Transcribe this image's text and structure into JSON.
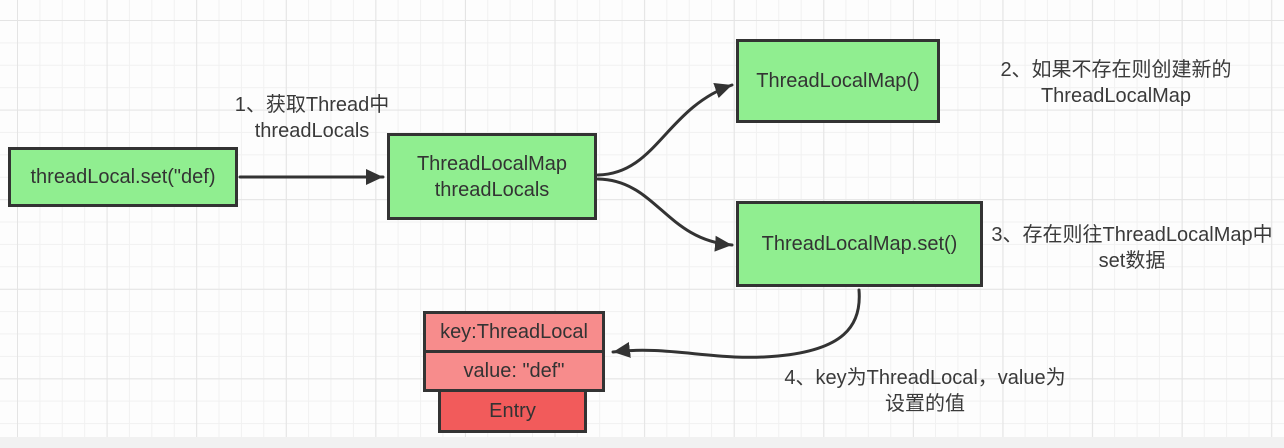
{
  "diagram": {
    "title_hint": "ThreadLocal set flow",
    "nodes": {
      "set_call": {
        "label": "threadLocal.set(\"def)"
      },
      "thread_locals": {
        "line1": "ThreadLocalMap",
        "line2": "threadLocals"
      },
      "new_map": {
        "label": "ThreadLocalMap()"
      },
      "map_set": {
        "label": "ThreadLocalMap.set()"
      },
      "entry_key": {
        "label": "key:ThreadLocal"
      },
      "entry_value": {
        "label": "value: \"def\""
      },
      "entry": {
        "label": "Entry"
      }
    },
    "annotations": {
      "step1": {
        "line1": "1、获取Thread中",
        "line2": "threadLocals"
      },
      "step2": {
        "line1": "2、如果不存在则创建新的",
        "line2": "ThreadLocalMap"
      },
      "step3": {
        "line1": "3、存在则往ThreadLocalMap中",
        "line2": "set数据"
      },
      "step4": {
        "line1": "4、key为ThreadLocal，value为",
        "line2": "设置的值"
      }
    },
    "colors": {
      "node_green": "#90ee90",
      "node_pink": "#f78c8c",
      "node_red": "#f25b5b",
      "border": "#333333",
      "arrow": "#333333",
      "text": "#3a3a3a",
      "grid_line": "#f1f1f1",
      "grid_line_major": "#e4e4e4",
      "canvas_bg": "#fdfdfd",
      "bottom_strip": "#f1f1f1"
    }
  }
}
